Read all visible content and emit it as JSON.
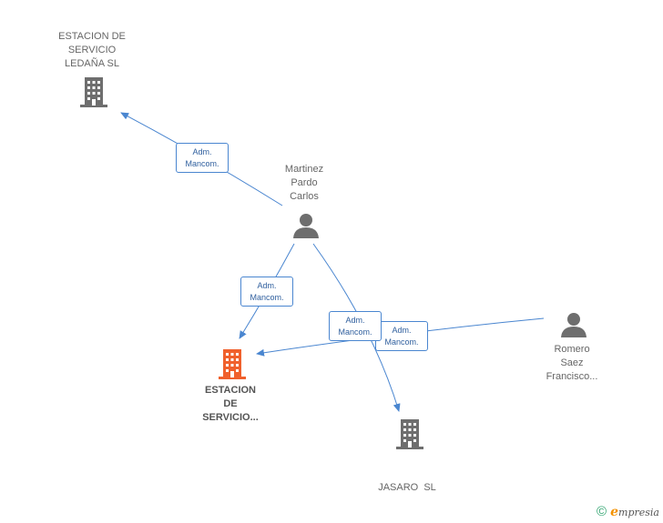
{
  "nodes": {
    "ledana": {
      "lines": [
        "ESTACION DE",
        "SERVICIO",
        "LEDAÑA SL"
      ],
      "icon": "building-icon",
      "color": "#6e6e6e"
    },
    "martinez": {
      "lines": [
        "Martinez",
        "Pardo",
        "Carlos"
      ],
      "icon": "person-icon",
      "color": "#6e6e6e"
    },
    "main": {
      "lines": [
        "ESTACION",
        "DE",
        "SERVICIO..."
      ],
      "icon": "building-icon",
      "color": "#f0602c"
    },
    "jasaro": {
      "lines": [
        "JASARO  SL"
      ],
      "icon": "building-icon",
      "color": "#6e6e6e"
    },
    "romero": {
      "lines": [
        "Romero",
        "Saez",
        "Francisco..."
      ],
      "icon": "person-icon",
      "color": "#6e6e6e"
    }
  },
  "relations": [
    {
      "line1": "Adm.",
      "line2": "Mancom."
    },
    {
      "line1": "Adm.",
      "line2": "Mancom."
    },
    {
      "line1": "Adm.",
      "line2": "Mancom."
    },
    {
      "line1": "Adm.",
      "line2": "Mancom."
    }
  ],
  "footer": {
    "copyright": "©",
    "brand_initial": "e",
    "brand_rest": "mpresia"
  },
  "colors": {
    "edge": "#4a86d0",
    "label_border": "#4a86d0"
  }
}
